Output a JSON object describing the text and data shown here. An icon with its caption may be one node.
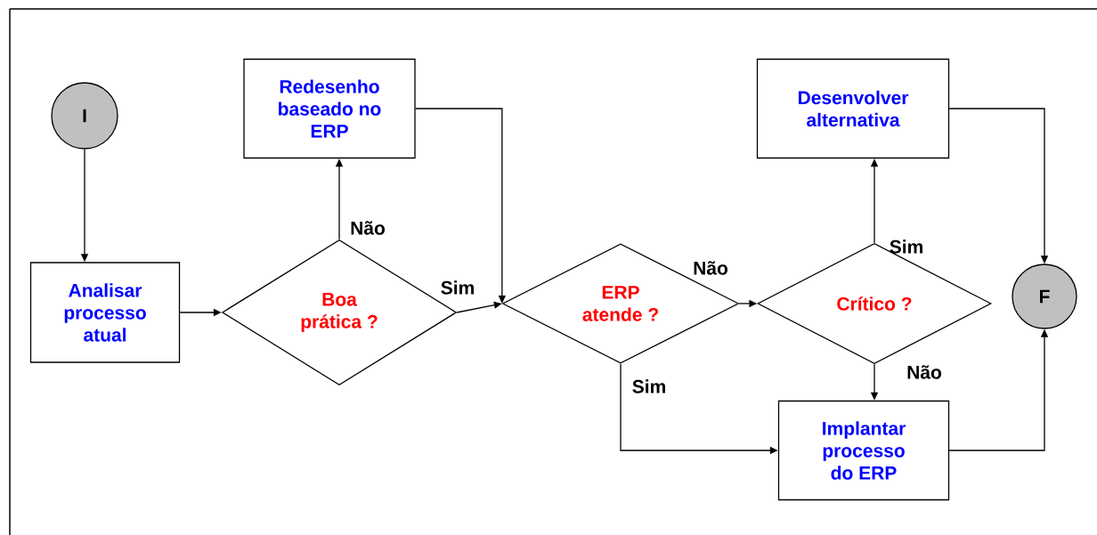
{
  "diagram": {
    "nodes": [
      {
        "text": [
          "I"
        ]
      },
      {
        "text": [
          "Analisar processo atual"
        ]
      },
      {
        "text": [
          "Boa prática ?"
        ]
      },
      {
        "text": [
          "Redesenho baseado no ERP"
        ]
      },
      {
        "text": [
          "ERP atende ?"
        ]
      },
      {
        "text": [
          "Desenvolver alternativa"
        ]
      },
      {
        "text": [
          "Crítico ?"
        ]
      },
      {
        "text": [
          "Implantar processo do ERP"
        ]
      },
      {
        "text": [
          "F"
        ]
      }
    ],
    "edges": [
      {
        "from": 0,
        "to": 1,
        "arrow": "to"
      },
      {
        "from": 1,
        "to": 2,
        "arrow": "to"
      },
      {
        "from": 2,
        "to": 3,
        "arrow": "to",
        "label": "Não"
      },
      {
        "from": 2,
        "to": 4,
        "arrow": "to",
        "label": "Sim"
      },
      {
        "from": 3,
        "to": 4,
        "arrow": "to"
      },
      {
        "from": 4,
        "to": 6,
        "arrow": "to",
        "label": "Não"
      },
      {
        "from": 4,
        "to": 7,
        "arrow": "to",
        "label": "Sim"
      },
      {
        "from": 6,
        "to": 5,
        "arrow": "to",
        "label": "Sim"
      },
      {
        "from": 6,
        "to": 7,
        "arrow": "to",
        "label": "Não"
      },
      {
        "from": 5,
        "to": 8,
        "arrow": "to"
      },
      {
        "from": 7,
        "to": 8,
        "arrow": "to"
      }
    ]
  }
}
